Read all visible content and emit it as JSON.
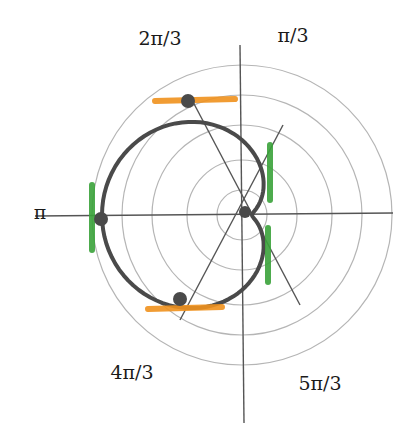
{
  "diagram": {
    "labels": [
      "2π/3",
      "π/3",
      "π",
      "4π/3",
      "5π/3"
    ]
  }
}
